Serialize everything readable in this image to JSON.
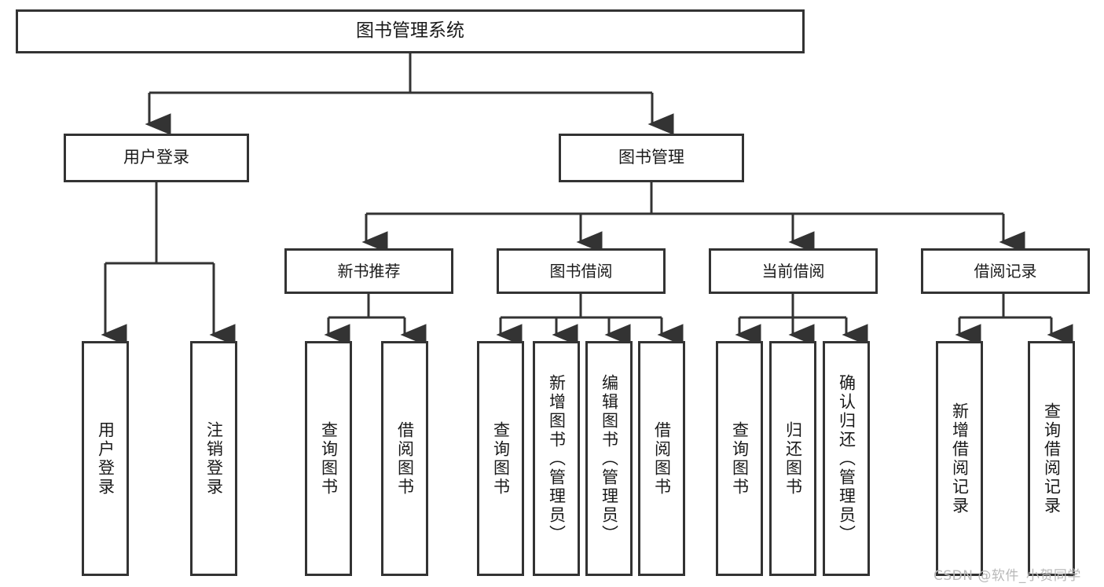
{
  "diagram": {
    "type": "tree",
    "title": "图书管理系统",
    "root": {
      "id": "root",
      "label": "图书管理系统"
    },
    "level2": [
      {
        "id": "user-login",
        "label": "用户登录"
      },
      {
        "id": "book-manage",
        "label": "图书管理"
      }
    ],
    "level3": [
      {
        "id": "new-book-recommend",
        "label": "新书推荐"
      },
      {
        "id": "book-borrow",
        "label": "图书借阅"
      },
      {
        "id": "current-borrow",
        "label": "当前借阅"
      },
      {
        "id": "borrow-record",
        "label": "借阅记录"
      }
    ],
    "leaves": {
      "user_login": [
        {
          "id": "leaf-user-login",
          "label": "用户登录"
        },
        {
          "id": "leaf-logout",
          "label": "注销登录"
        }
      ],
      "new_book_recommend": [
        {
          "id": "leaf-query-book-1",
          "label": "查询图书"
        },
        {
          "id": "leaf-borrow-book-1",
          "label": "借阅图书"
        }
      ],
      "book_borrow": [
        {
          "id": "leaf-query-book-2",
          "label": "查询图书"
        },
        {
          "id": "leaf-add-book",
          "label": "新增图书（管理员）"
        },
        {
          "id": "leaf-edit-book",
          "label": "编辑图书（管理员）"
        },
        {
          "id": "leaf-borrow-book-2",
          "label": "借阅图书"
        }
      ],
      "current_borrow": [
        {
          "id": "leaf-query-book-3",
          "label": "查询图书"
        },
        {
          "id": "leaf-return-book",
          "label": "归还图书"
        },
        {
          "id": "leaf-confirm-return",
          "label": "确认归还（管理员）"
        }
      ],
      "borrow_record": [
        {
          "id": "leaf-add-record",
          "label": "新增借阅记录"
        },
        {
          "id": "leaf-query-record",
          "label": "查询借阅记录"
        }
      ]
    }
  },
  "watermark": {
    "text": "CSDN @软件_小贺同学"
  },
  "colors": {
    "border": "#333333",
    "background": "#ffffff",
    "text": "#1a1a1a",
    "watermark": "#b9b9b9"
  }
}
